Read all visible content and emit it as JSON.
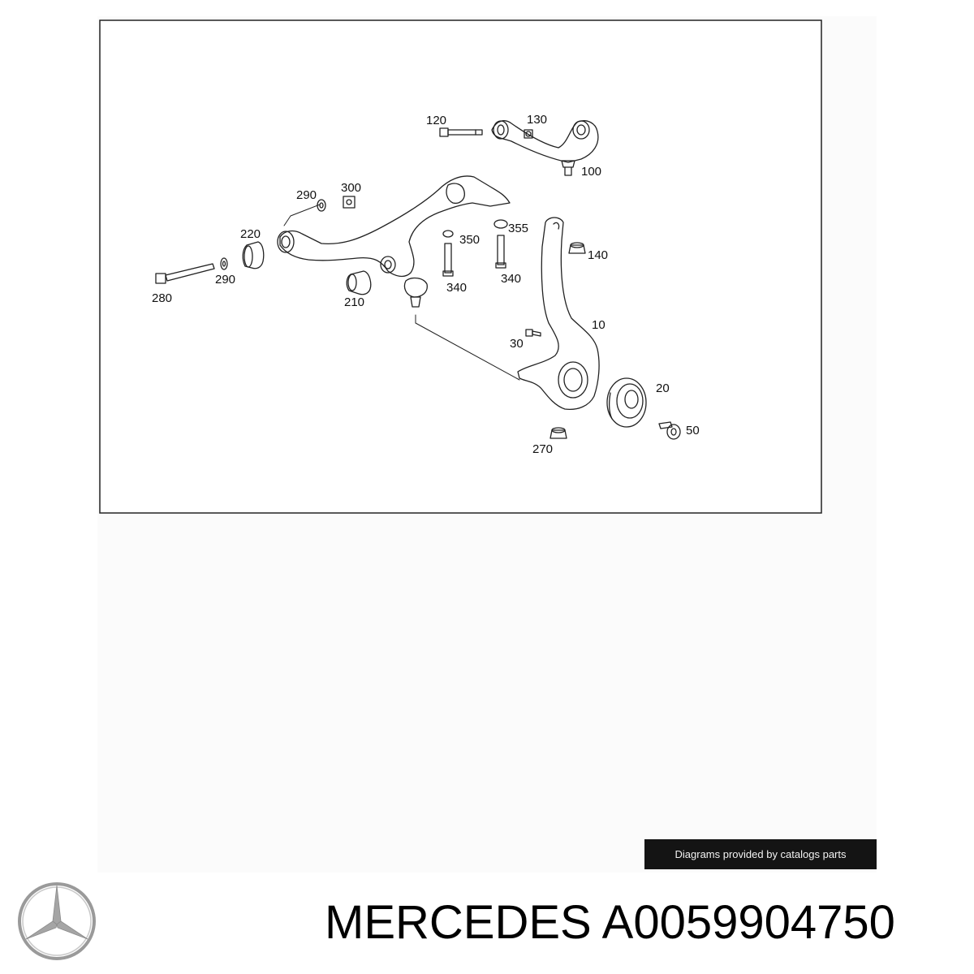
{
  "diagram": {
    "callouts": [
      "120",
      "130",
      "100",
      "290",
      "300",
      "220",
      "290",
      "280",
      "210",
      "350",
      "355",
      "340",
      "340",
      "140",
      "10",
      "30",
      "20",
      "50",
      "270"
    ]
  },
  "credit": {
    "text": "Diagrams provided by catalogs parts"
  },
  "title": {
    "brand": "MERCEDES",
    "part_number": "A0059904750"
  },
  "logo": {
    "icon": "mercedes-star-icon",
    "color": "#9a9a9a"
  }
}
